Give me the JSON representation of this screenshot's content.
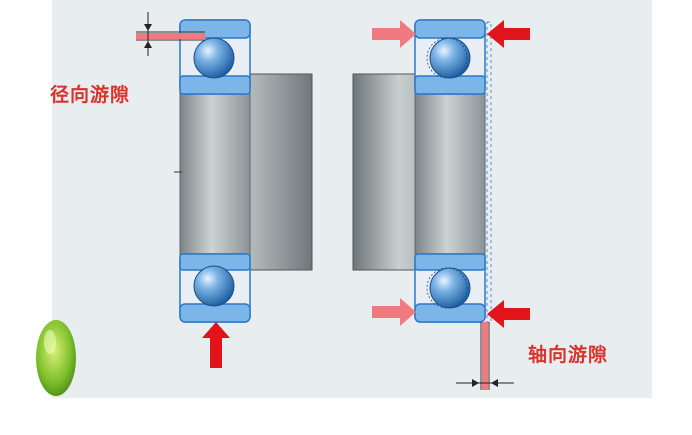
{
  "labels": {
    "radial_clearance": "径向游隙",
    "axial_clearance": "轴向游隙"
  },
  "colors": {
    "arrow_red": "#e0141a",
    "arrow_pink": "#f07a80",
    "label_red": "#d9342b",
    "ring_blue": "#7cb6e8",
    "ring_outline": "#2b78c8",
    "cage_fill": "#e6eef7",
    "ball_blue": "#3d86c9",
    "shaft_grey": "#9aa3a6",
    "panel_bg": "#e6ecef",
    "apple_green": "#7fbf2a"
  },
  "icons": {
    "apple": "green-apple-decoration"
  }
}
